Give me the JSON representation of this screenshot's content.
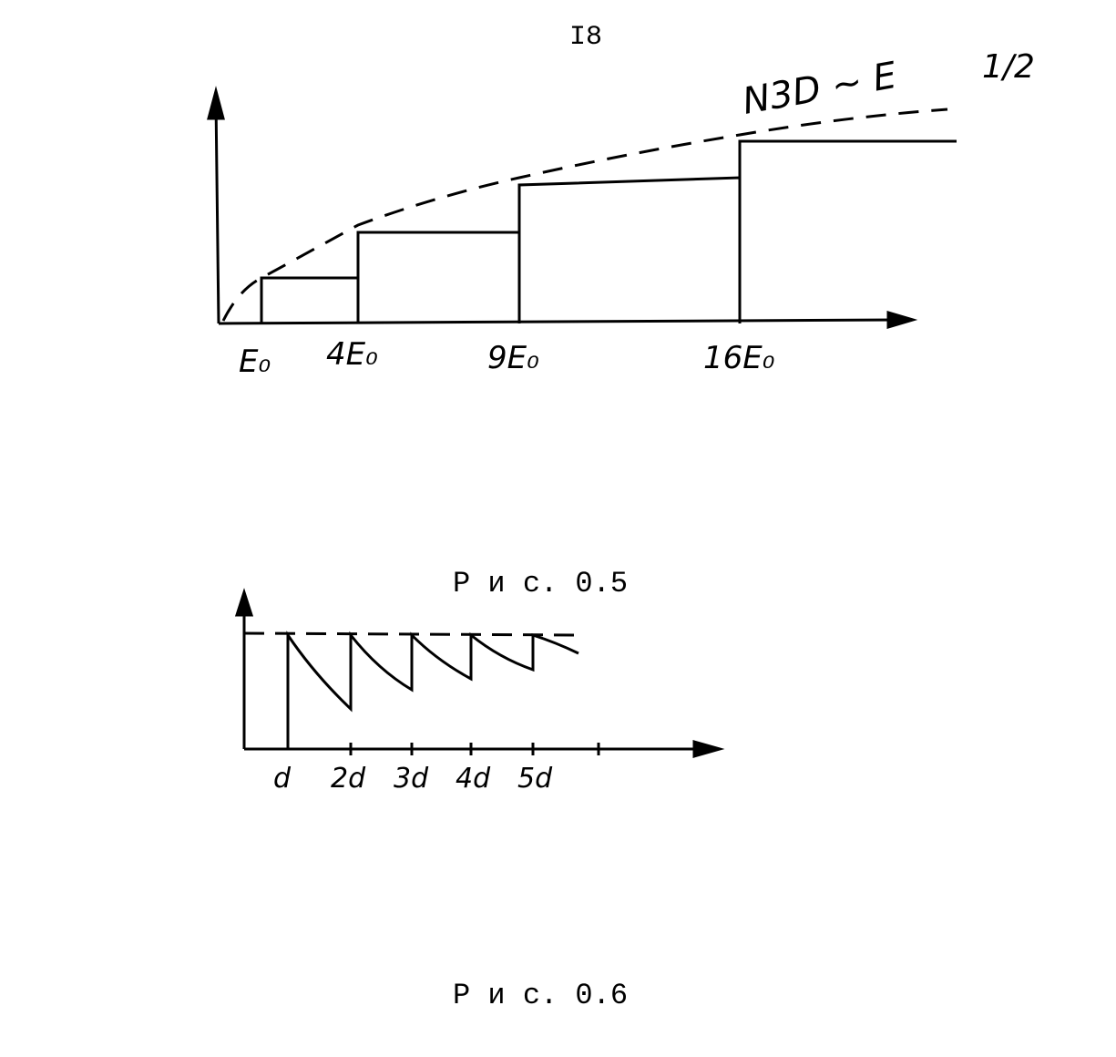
{
  "page_number": "I8",
  "figure1": {
    "caption": "Р и с. 0.5",
    "x_labels": [
      "E₀",
      "4E₀",
      "9E₀",
      "16E₀"
    ],
    "curve_label": "N3D ~ E",
    "curve_exponent": "1/2"
  },
  "figure2": {
    "caption": "Р и с. 0.6",
    "x_labels": [
      "d",
      "2d",
      "3d",
      "4d",
      "5d"
    ]
  }
}
